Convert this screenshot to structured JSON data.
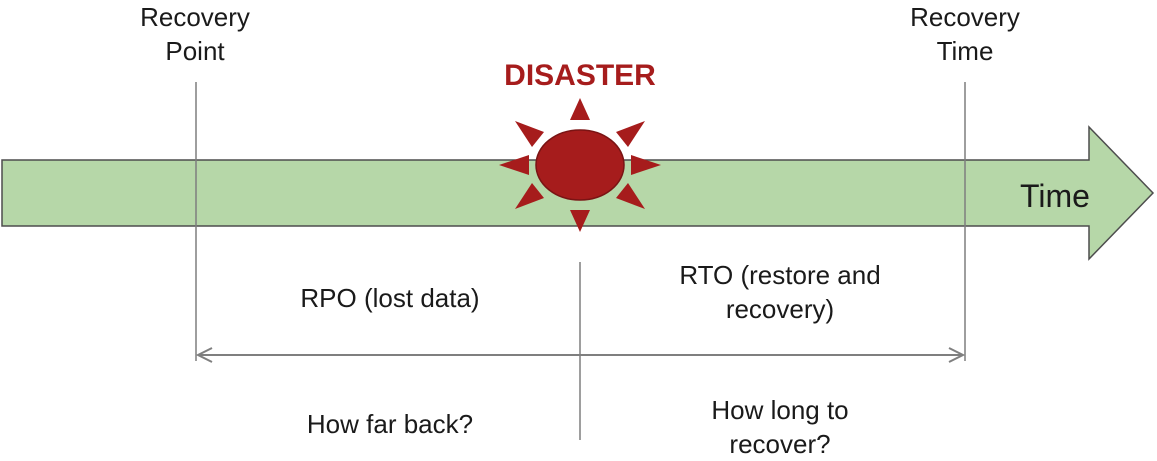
{
  "labels": {
    "recovery_point": [
      "Recovery",
      "Point"
    ],
    "recovery_time": [
      "Recovery",
      "Time"
    ],
    "disaster": "DISASTER",
    "time_axis": "Time",
    "rpo": "RPO (lost data)",
    "rto": [
      "RTO (restore and",
      "recovery)"
    ],
    "how_far_back": "How far back?",
    "how_long": [
      "How long to",
      "recover?"
    ]
  },
  "colors": {
    "timeline_fill": "#b6d7a8",
    "timeline_stroke": "#4d4d4d",
    "disaster": "#a61c1c",
    "disaster_ray": "#a61c1c",
    "lines": "#7f7f7f",
    "text": "#1a1a1a"
  },
  "icons": {
    "disaster_marker": "sun-burst-icon"
  }
}
